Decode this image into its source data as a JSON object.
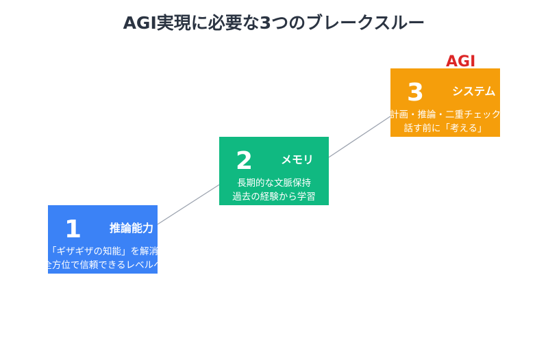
{
  "title": "AGI実現に必要な3つのブレークスルー",
  "goal_label": "AGI",
  "steps": [
    {
      "number": "1",
      "label": "推論能力",
      "lines": [
        "「ギザギザの知能」を解消",
        "全方位で信頼できるレベルへ"
      ],
      "color": "#3b82f6"
    },
    {
      "number": "2",
      "label": "メモリ",
      "lines": [
        "長期的な文脈保持",
        "過去の経験から学習"
      ],
      "color": "#10b981"
    },
    {
      "number": "3",
      "label": "システム",
      "lines": [
        "計画・推論・二重チェック",
        "話す前に「考える」"
      ],
      "color": "#f59e0b"
    }
  ],
  "colors": {
    "title": "#2b3442",
    "goal": "#dc2626",
    "connector": "#9ca3af"
  }
}
